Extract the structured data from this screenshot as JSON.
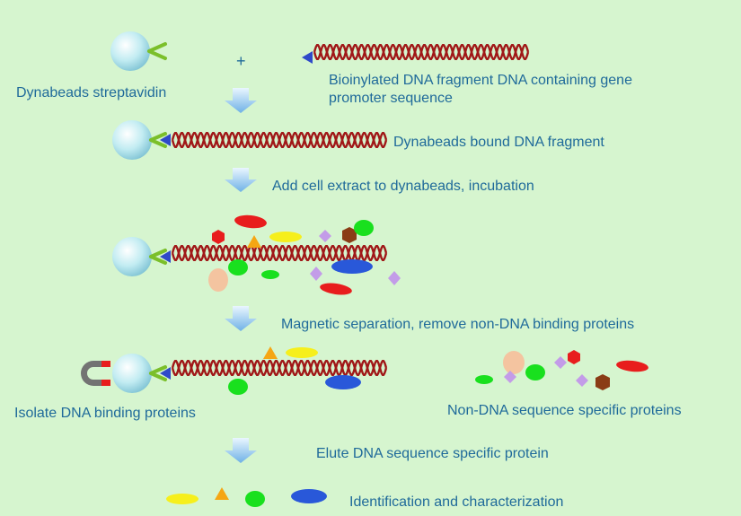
{
  "steps": {
    "bead_label": "Dynabeads streptavidin",
    "plus_sign": "+",
    "dna_label": "Bioinylated DNA fragment DNA containing gene promoter sequence",
    "bound_label": "Dynabeads bound DNA fragment",
    "step_incubation": "Add cell extract to dynabeads, incubation",
    "step_separation": "Magnetic separation, remove non-DNA binding proteins",
    "isolate_label": "Isolate DNA binding proteins",
    "nonspecific_label": "Non-DNA sequence specific proteins",
    "step_elute": "Elute DNA sequence specific protein",
    "final_label": "Identification and characterization"
  },
  "colors": {
    "background": "#d6f5cf",
    "text": "#1f6a9a",
    "dna": "#a01818",
    "bead": "#c2ecf2",
    "linker": "#7bbf2a",
    "biotin": "#2f49c9",
    "arrow": "#8fc4ea",
    "protein_red": "#e81d1d",
    "protein_yellow": "#f6ef1c",
    "protein_green": "#19e01e",
    "protein_blue": "#2958d9",
    "protein_orange": "#f5a614",
    "protein_brown": "#8a3c15",
    "protein_violet": "#c39ce8",
    "protein_peach": "#f4c4a0",
    "magnet": "#737373"
  }
}
